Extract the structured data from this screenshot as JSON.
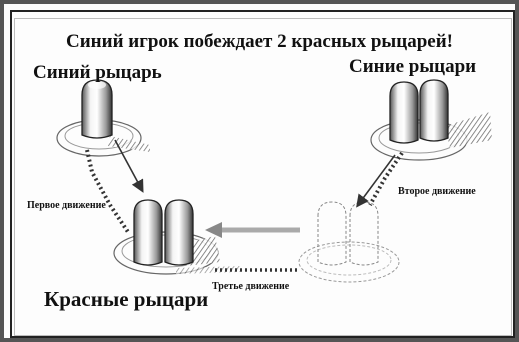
{
  "title": "Синий игрок побеждает 2 красных рыцарей!",
  "labels": {
    "blue_knight": "Синий рыцарь",
    "blue_knights": "Синие рыцари",
    "red_knights": "Красные рыцари"
  },
  "moves": {
    "first": "Первое движение",
    "second": "Второе движение",
    "third": "Третье движение"
  }
}
